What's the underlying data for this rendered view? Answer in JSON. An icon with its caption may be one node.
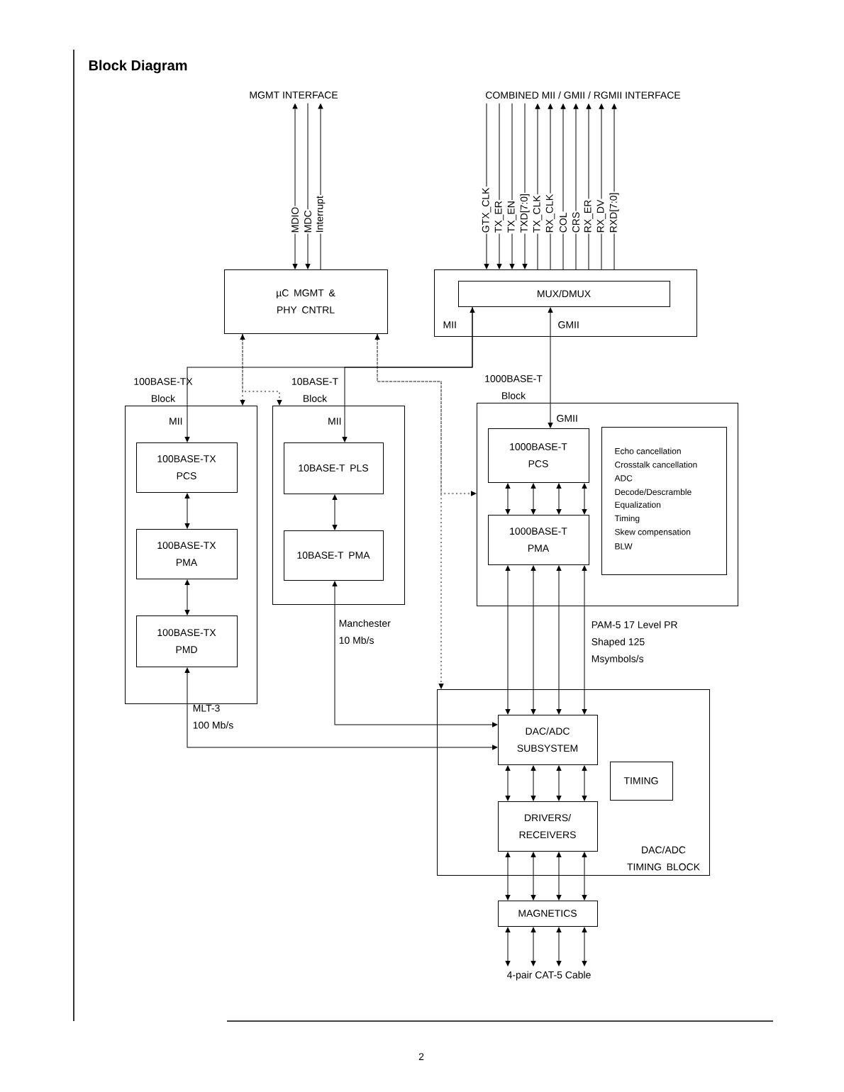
{
  "diagram": {
    "title": "Block Diagram",
    "nodes": [
      {
        "text": [
          "µC MGMT & PHY CNTRL"
        ]
      },
      {
        "text": [
          "MII",
          "GMII"
        ]
      },
      {
        "text": [
          "MUX/DMUX"
        ],
        "in": 1
      },
      {
        "text": [
          "100BASE-TX Block",
          "MII"
        ]
      },
      {
        "text": [
          "100BASE-TX PCS"
        ],
        "in": 3
      },
      {
        "text": [
          "100BASE-TX PMA"
        ],
        "in": 3
      },
      {
        "text": [
          "100BASE-TX PMD"
        ],
        "in": 3
      },
      {
        "text": [
          "10BASE-T Block",
          "MII"
        ]
      },
      {
        "text": [
          "10BASE-T PLS"
        ],
        "in": 7
      },
      {
        "text": [
          "10BASE-T PMA"
        ],
        "in": 7
      },
      {
        "text": [
          "1000BASE-T Block",
          "GMII"
        ]
      },
      {
        "text": [
          "1000BASE-T PCS"
        ],
        "in": 10
      },
      {
        "text": [
          "1000BASE-T PMA"
        ],
        "in": 10
      },
      {
        "text": [
          "Echo cancellation",
          "Crosstalk cancellation",
          "ADC",
          "Decode/Descramble",
          "Equalization",
          "Timing",
          "Skew compensation",
          "BLW"
        ],
        "in": 10
      },
      {
        "text": [
          "DAC/ADC TIMING BLOCK"
        ]
      },
      {
        "text": [
          "DAC/ADC SUBSYSTEM"
        ],
        "in": 14
      },
      {
        "text": [
          "TIMING"
        ],
        "in": 14
      },
      {
        "text": [
          "DRIVERS/ RECEIVERS"
        ],
        "in": 14
      },
      {
        "text": [
          "MAGNETICS"
        ]
      },
      {
        "text": [
          "MGMT INTERFACE"
        ]
      },
      {
        "text": [
          "COMBINED MII / GMII / RGMII INTERFACE"
        ]
      },
      {
        "text": [
          "4-pair CAT-5 Cable"
        ]
      }
    ],
    "edges": [
      {
        "from": 19,
        "to": 0,
        "arrow": "both",
        "label": "MDIO"
      },
      {
        "from": 19,
        "to": 0,
        "arrow": "to",
        "label": "MDC"
      },
      {
        "from": 0,
        "to": 19,
        "arrow": "to",
        "label": "Interrupt"
      },
      {
        "from": 20,
        "to": 1,
        "arrow": "to",
        "label": "GTX_CLK"
      },
      {
        "from": 20,
        "to": 1,
        "arrow": "to",
        "label": "TX_ER"
      },
      {
        "from": 20,
        "to": 1,
        "arrow": "to",
        "label": "TX_EN"
      },
      {
        "from": 20,
        "to": 1,
        "arrow": "to",
        "label": "TXD[7:0]"
      },
      {
        "from": 1,
        "to": 20,
        "arrow": "to",
        "label": "TX_CLK"
      },
      {
        "from": 1,
        "to": 20,
        "arrow": "to",
        "label": "RX_CLK"
      },
      {
        "from": 1,
        "to": 20,
        "arrow": "to",
        "label": "COL"
      },
      {
        "from": 1,
        "to": 20,
        "arrow": "to",
        "label": "CRS"
      },
      {
        "from": 1,
        "to": 20,
        "arrow": "to",
        "label": "RX_ER"
      },
      {
        "from": 1,
        "to": 20,
        "arrow": "to",
        "label": "RX_DV"
      },
      {
        "from": 1,
        "to": 20,
        "arrow": "to",
        "label": "RXD[7:0]"
      },
      {
        "from": 2,
        "to": 11,
        "arrow": "both"
      },
      {
        "from": 2,
        "to": 4,
        "arrow": "both"
      },
      {
        "from": 2,
        "to": 8,
        "arrow": "to"
      },
      {
        "from": 0,
        "to": 3,
        "arrow": "both",
        "style": "dashed"
      },
      {
        "from": 0,
        "to": 7,
        "arrow": "to",
        "style": "dashed"
      },
      {
        "from": 0,
        "to": 14,
        "arrow": "both",
        "style": "dashed"
      },
      {
        "from": 0,
        "to": 10,
        "arrow": "to",
        "style": "dashed"
      },
      {
        "from": 4,
        "to": 5,
        "arrow": "both"
      },
      {
        "from": 5,
        "to": 6,
        "arrow": "both"
      },
      {
        "from": 8,
        "to": 9,
        "arrow": "both"
      },
      {
        "from": 11,
        "to": 12,
        "arrow": "both"
      },
      {
        "from": 11,
        "to": 12,
        "arrow": "both"
      },
      {
        "from": 11,
        "to": 12,
        "arrow": "both"
      },
      {
        "from": 11,
        "to": 12,
        "arrow": "both"
      },
      {
        "from": 12,
        "to": 15,
        "arrow": "both"
      },
      {
        "from": 12,
        "to": 15,
        "arrow": "both"
      },
      {
        "from": 12,
        "to": 15,
        "arrow": "both"
      },
      {
        "from": 12,
        "to": 15,
        "arrow": "both",
        "label": "PAM-5 17 Level PR Shaped 125 Msymbols/s"
      },
      {
        "from": 9,
        "to": 15,
        "arrow": "both",
        "label": "Manchester 10 Mb/s"
      },
      {
        "from": 6,
        "to": 15,
        "arrow": "both",
        "label": "MLT-3 100 Mb/s"
      },
      {
        "from": 15,
        "to": 17,
        "arrow": "both"
      },
      {
        "from": 15,
        "to": 17,
        "arrow": "both"
      },
      {
        "from": 15,
        "to": 17,
        "arrow": "both"
      },
      {
        "from": 15,
        "to": 17,
        "arrow": "both"
      },
      {
        "from": 17,
        "to": 18,
        "arrow": "both"
      },
      {
        "from": 17,
        "to": 18,
        "arrow": "both"
      },
      {
        "from": 17,
        "to": 18,
        "arrow": "both"
      },
      {
        "from": 17,
        "to": 18,
        "arrow": "both"
      },
      {
        "from": 18,
        "to": 21,
        "arrow": "both"
      },
      {
        "from": 18,
        "to": 21,
        "arrow": "both"
      },
      {
        "from": 18,
        "to": 21,
        "arrow": "both"
      },
      {
        "from": 18,
        "to": 21,
        "arrow": "both"
      }
    ],
    "labels": [
      "2"
    ]
  }
}
